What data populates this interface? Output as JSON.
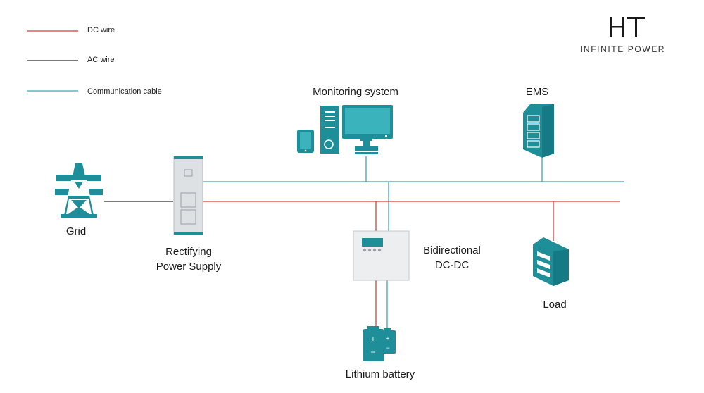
{
  "colors": {
    "dc_wire": "#d83a3a",
    "ac_wire": "#2b2b2b",
    "communication_cable": "#3aa7b3",
    "equipment_teal": "#1e8e99",
    "equipment_grey": "#e6e8ea"
  },
  "legend": {
    "items": [
      {
        "label": "DC wire",
        "line_color": "#d83a3a"
      },
      {
        "label": "AC wire",
        "line_color": "#2b2b2b"
      },
      {
        "label": "Communication cable",
        "line_color": "#3aa7b3"
      }
    ]
  },
  "brand": {
    "logo_text": "HT",
    "name": "INFINITE POWER"
  },
  "nodes": {
    "grid": {
      "label": "Grid",
      "icon": "transmission-tower-icon"
    },
    "rectifier": {
      "label_line1": "Rectifying",
      "label_line2": "Power Supply",
      "icon": "cabinet-icon"
    },
    "monitoring": {
      "label": "Monitoring system",
      "icon": "computer-icon"
    },
    "ems": {
      "label": "EMS",
      "icon": "server-rack-icon"
    },
    "dcdc": {
      "label_line1": "Bidirectional",
      "label_line2": "DC-DC",
      "icon": "converter-icon"
    },
    "load": {
      "label": "Load",
      "icon": "server-stack-icon"
    },
    "battery": {
      "label": "Lithium battery",
      "icon": "battery-icon"
    }
  }
}
